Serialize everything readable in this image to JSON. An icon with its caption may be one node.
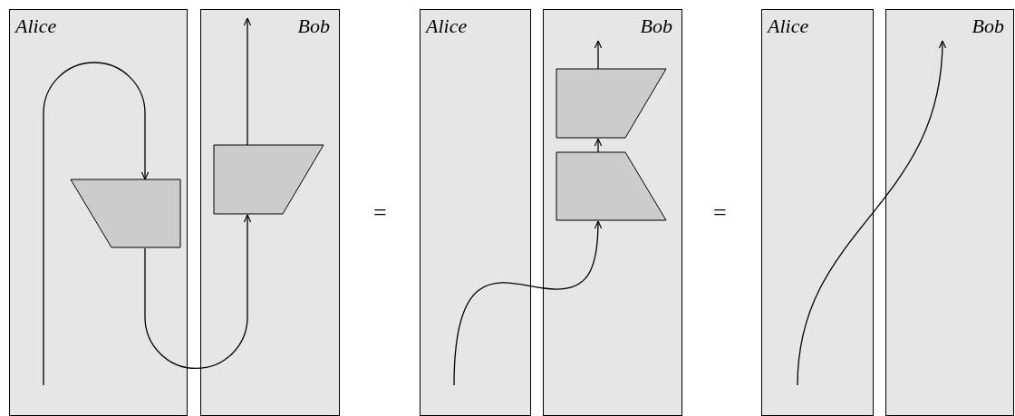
{
  "diagram": {
    "nodes": [
      {
        "text": [
          "Alice"
        ]
      },
      {
        "text": [
          "Bob"
        ]
      },
      {
        "text": [],
        "shape": "trapezoid",
        "in": 0
      },
      {
        "text": [],
        "shape": "trapezoid",
        "in": 1
      },
      {
        "text": [
          "Alice"
        ]
      },
      {
        "text": [
          "Bob"
        ]
      },
      {
        "text": [],
        "shape": "trapezoid",
        "in": 5
      },
      {
        "text": [],
        "shape": "trapezoid",
        "in": 5
      },
      {
        "text": [
          "Alice"
        ]
      },
      {
        "text": [
          "Bob"
        ]
      }
    ],
    "edges": [
      {
        "from": null,
        "to": 2,
        "arrow": "to"
      },
      {
        "from": 2,
        "to": 3,
        "arrow": "to"
      },
      {
        "from": 3,
        "to": null,
        "arrow": "to"
      },
      {
        "from": 4,
        "to": 7,
        "arrow": "to"
      },
      {
        "from": 7,
        "to": 6,
        "arrow": "to"
      },
      {
        "from": 6,
        "to": null,
        "arrow": "to"
      },
      {
        "from": 8,
        "to": 9,
        "arrow": "to"
      }
    ],
    "labels": [
      "=",
      "="
    ]
  }
}
